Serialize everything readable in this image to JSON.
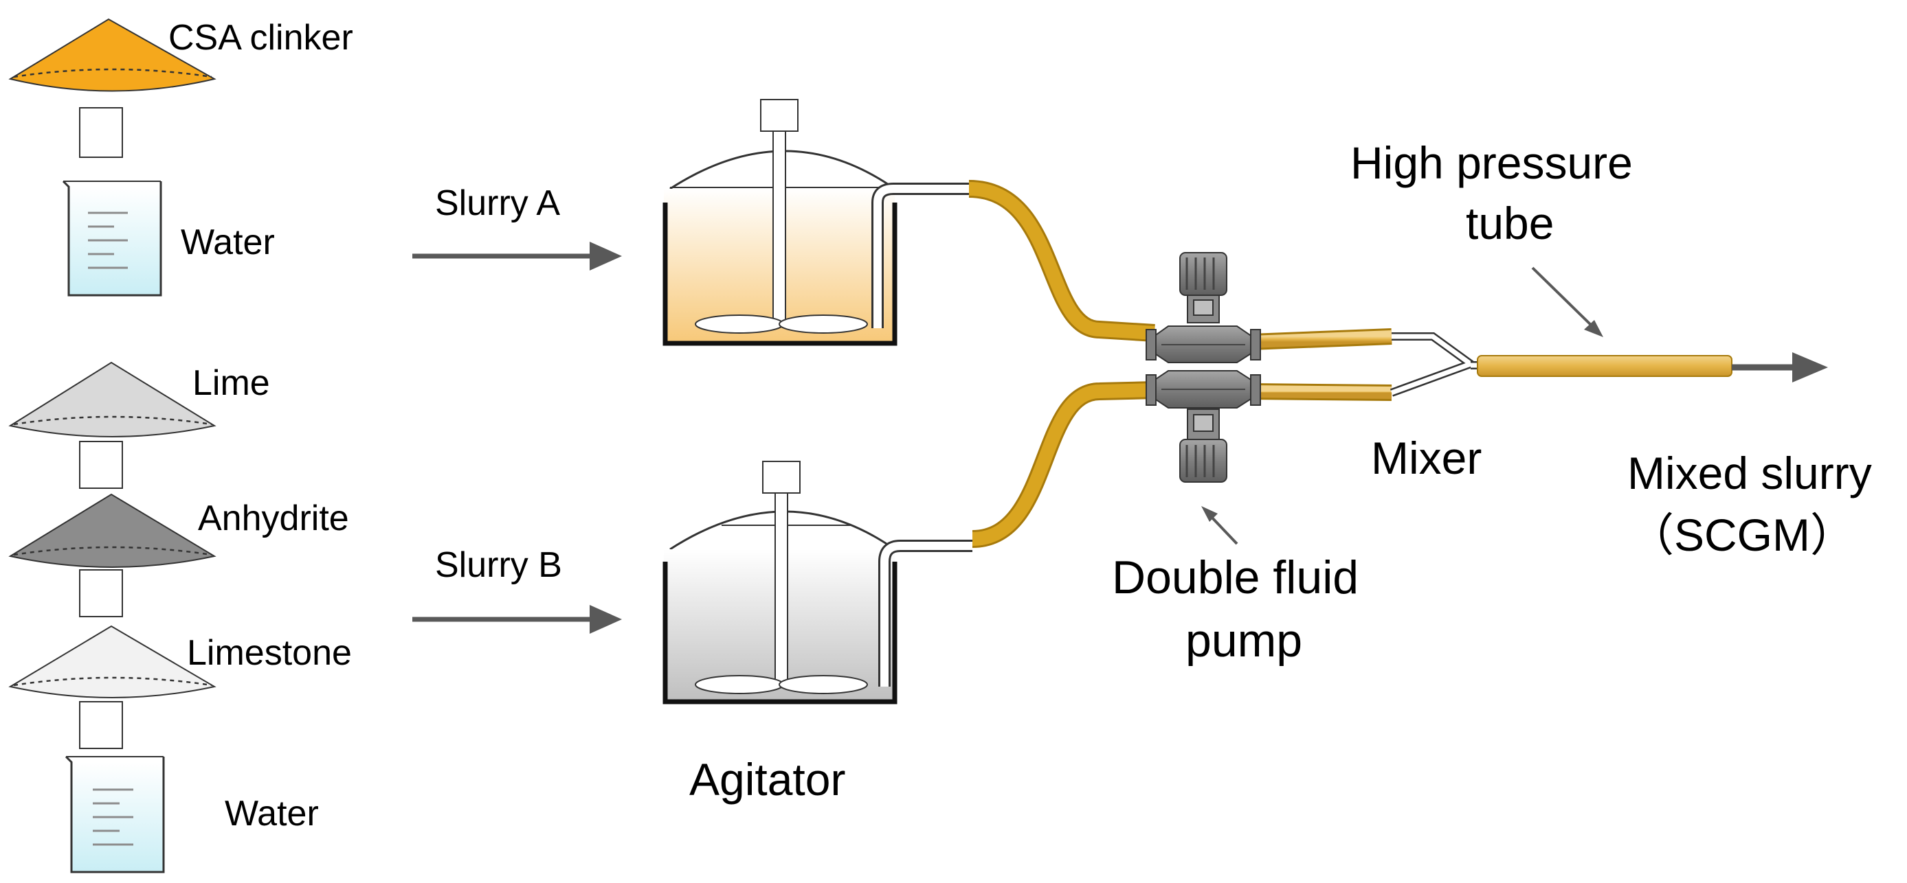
{
  "labels": {
    "csa_clinker": "CSA  clinker",
    "water_top": "Water",
    "lime": "Lime",
    "anhydrite": "Anhydrite",
    "limestone": "Limestone",
    "water_bottom": "Water",
    "slurry_a": "Slurry  A",
    "slurry_b": "Slurry  B",
    "agitator": "Agitator",
    "high_pressure_tube_line1": "High  pressure",
    "high_pressure_tube_line2": "tube",
    "mixer": "Mixer",
    "double_fluid_pump_line1": "Double  fluid",
    "double_fluid_pump_line2": "pump",
    "mixed_slurry_line1": "Mixed slurry",
    "mixed_slurry_line2": "（SCGM）"
  },
  "colors": {
    "csa_clinker": "#f5a81c",
    "lime": "#d9d9d9",
    "anhydrite": "#8c8c8c",
    "limestone": "#f2f2f2",
    "water": "#c9eef5",
    "slurry_a": "#f7c878",
    "slurry_b": "#bfbfbf",
    "hose": "#d9a520",
    "hose_dark": "#a77a0c",
    "arrow": "#595959",
    "pump": "#8c8c8c"
  }
}
